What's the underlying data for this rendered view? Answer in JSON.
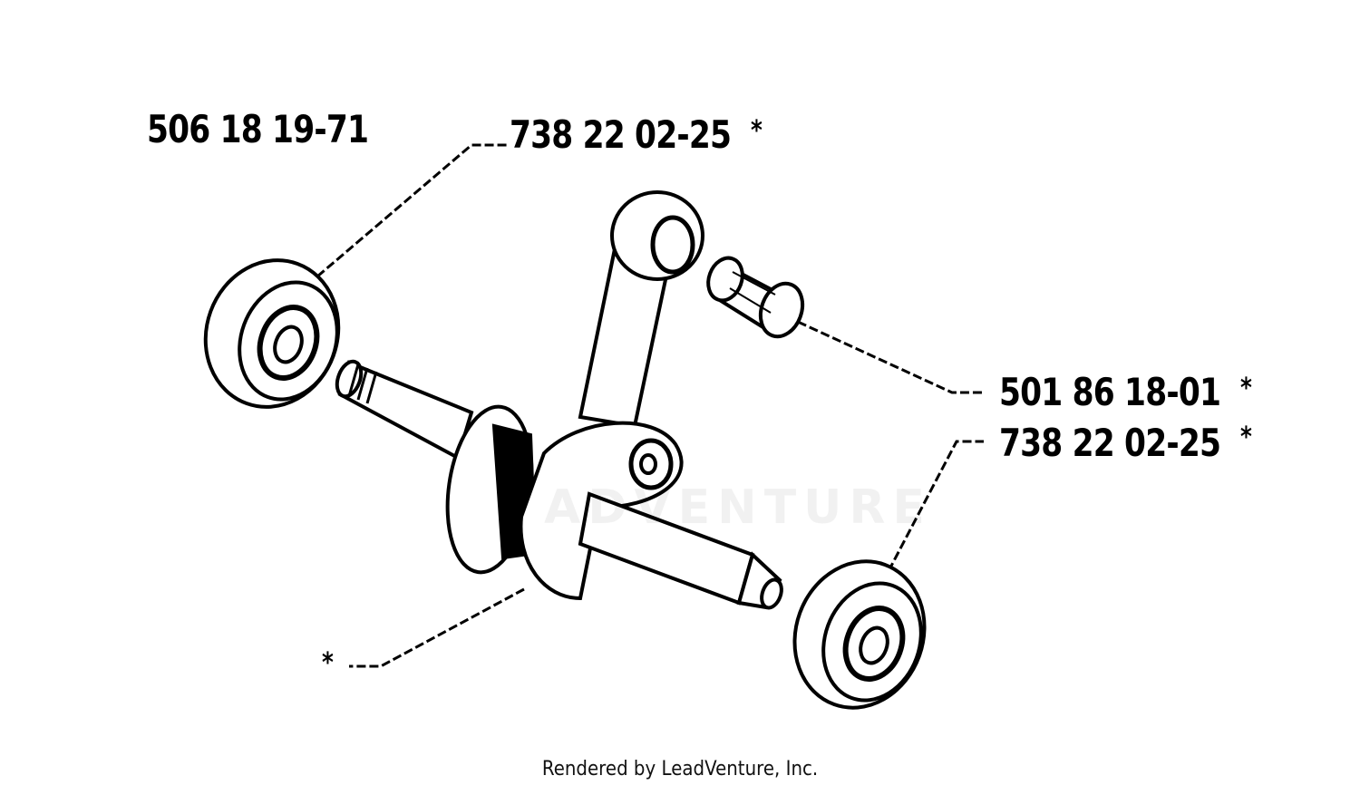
{
  "diagram": {
    "labels": {
      "bearing_left_number": "506 18 19-71",
      "bearing_top_number": "738 22 02-25",
      "bearing_top_asterisk": "*",
      "needle_bearing_number": "501 86 18-01",
      "needle_bearing_asterisk": "*",
      "bearing_right_number": "738 22 02-25",
      "bearing_right_asterisk": "*",
      "crankshaft_asterisk": "*"
    },
    "watermark_text": "ADVENTURE"
  },
  "footer": {
    "text": "Rendered by LeadVenture, Inc."
  },
  "colors": {
    "ink": "#000000",
    "background": "#ffffff"
  },
  "icons": [
    "crankshaft-icon",
    "ball-bearing-icon",
    "needle-bearing-icon"
  ]
}
